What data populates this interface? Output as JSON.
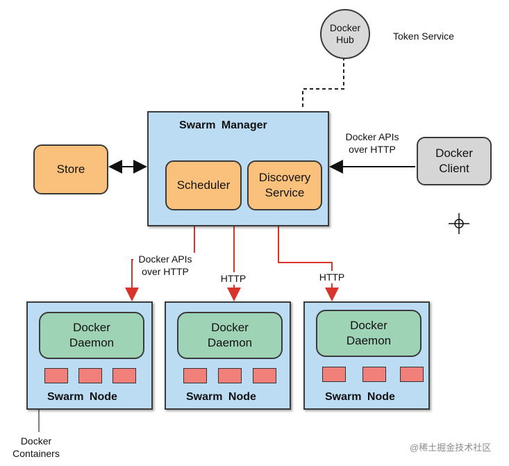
{
  "docker_hub": {
    "label": "Docker\nHub",
    "caption": "Token Service"
  },
  "store": {
    "label": "Store"
  },
  "manager": {
    "title": "Swarm  Manager",
    "scheduler": "Scheduler",
    "discovery": "Discovery\nService"
  },
  "client": {
    "label": "Docker\nClient",
    "edge_label": "Docker APIs\nover HTTP"
  },
  "edges": {
    "node1": "Docker APIs\nover HTTP",
    "node2": "HTTP",
    "node3": "HTTP"
  },
  "nodes": [
    {
      "daemon": "Docker\nDaemon",
      "title": "Swarm  Node"
    },
    {
      "daemon": "Docker\nDaemon",
      "title": "Swarm  Node"
    },
    {
      "daemon": "Docker\nDaemon",
      "title": "Swarm  Node"
    }
  ],
  "containers_label": "Docker\nContainers",
  "watermark": "@稀土掘金技术社区",
  "colors": {
    "node_fill": "#bcdcf4",
    "orange_fill": "#f9c17c",
    "green_fill": "#9fd3b5",
    "container_fill": "#f2807a",
    "arrow_red": "#d9342b",
    "grey_fill": "#d6d6d6"
  }
}
